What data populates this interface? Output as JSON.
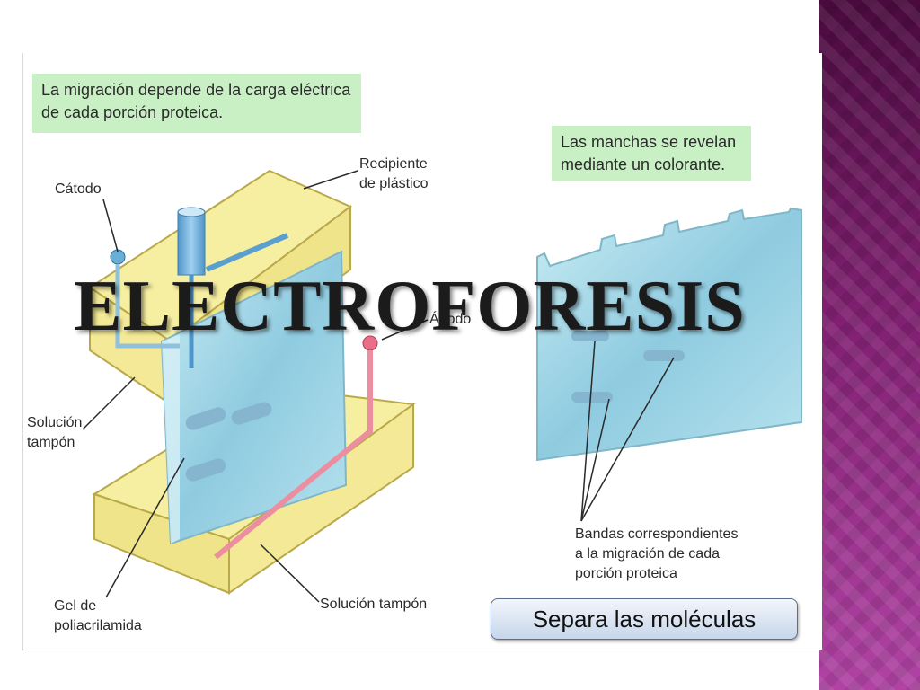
{
  "slide": {
    "title": "ELECTROFORESIS",
    "boxes": {
      "migration": "La migración depende de la carga eléctrica de cada porción proteica.",
      "stains": "Las manchas se revelan mediante un colorante."
    },
    "labels": {
      "cathode": "Cátodo",
      "container": "Recipiente\nde plástico",
      "anode": "Ánodo",
      "buffer_left": "Solución\ntampón",
      "gel": "Gel de\npoliacrilamida",
      "buffer_bottom": "Solución tampón",
      "bands": "Bandas correspondientes\na la migración de cada\nporción proteica"
    },
    "button": "Separa las moléculas"
  },
  "colors": {
    "tank_yellow": "#f6eea0",
    "gel_blue": "#9fd4e4",
    "tube_blue": "#6aaed6",
    "tube_red": "#e97a90",
    "box_green": "#c8f0c4",
    "side_band": "#8a2a7e"
  }
}
